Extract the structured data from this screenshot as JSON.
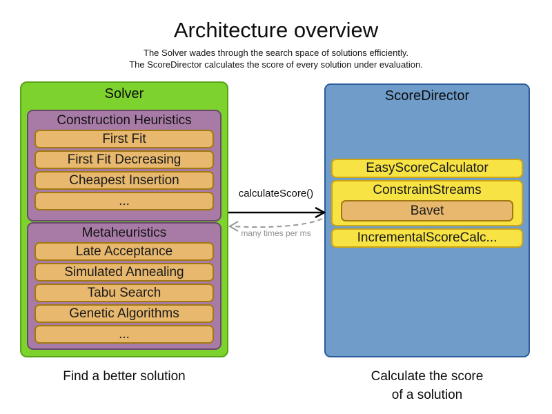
{
  "title": "Architecture overview",
  "subtitle_line1": "The Solver wades through the search space of solutions efficiently.",
  "subtitle_line2": "The ScoreDirector calculates the score of every solution under evaluation.",
  "solver": {
    "label": "Solver",
    "caption": "Find a better solution",
    "construction_heuristics": {
      "label": "Construction Heuristics",
      "items": [
        "First Fit",
        "First Fit Decreasing",
        "Cheapest Insertion",
        "..."
      ]
    },
    "metaheuristics": {
      "label": "Metaheuristics",
      "items": [
        "Late Acceptance",
        "Simulated Annealing",
        "Tabu Search",
        "Genetic Algorithms",
        "..."
      ]
    }
  },
  "score_director": {
    "label": "ScoreDirector",
    "caption_line1": "Calculate the score",
    "caption_line2": "of a solution",
    "items": [
      "EasyScoreCalculator",
      "ConstraintStreams",
      "IncrementalScoreCalc..."
    ],
    "constraint_streams_child": "Bavet"
  },
  "connection": {
    "call_label": "calculateScore()",
    "return_label": "many times per ms"
  },
  "colors": {
    "solver_bg": "#7dd22e",
    "solver_border": "#5aa317",
    "phase_bg": "#a87ba7",
    "phase_border": "#6b486b",
    "item_bg": "#e7b86d",
    "item_border": "#a2790f",
    "director_bg": "#6f9cc9",
    "director_border": "#2b5c9e",
    "calculator_bg": "#f7e344",
    "calculator_border": "#cfa60d",
    "solid_arrow": "#000000",
    "dashed_arrow": "#979797"
  }
}
